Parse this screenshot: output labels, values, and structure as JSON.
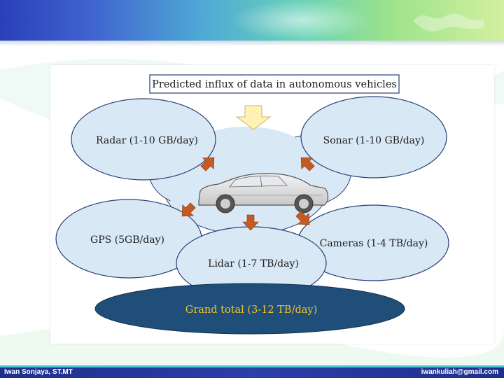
{
  "title": "Predicted influx of data in autonomous vehicles",
  "nodes": {
    "radar": "Radar (1-10 GB/day)",
    "sonar": "Sonar (1-10 GB/day)",
    "gps": "GPS (5GB/day)",
    "cameras": "Cameras (1-4 TB/day)",
    "lidar": "Lidar (1-7 TB/day)"
  },
  "grand_total": "Grand total (3-12 TB/day)",
  "footer": {
    "author": "Iwan Sonjaya, ST.MT",
    "email": "iwankuliah@gmail.com"
  },
  "colors": {
    "ellipse_fill": "#d9e8f5",
    "ellipse_stroke": "#2a3f78",
    "total_fill": "#1f4e79",
    "total_text": "#f2c230",
    "arrow": "#c55a22",
    "down_arrow": "#fff2b3"
  }
}
